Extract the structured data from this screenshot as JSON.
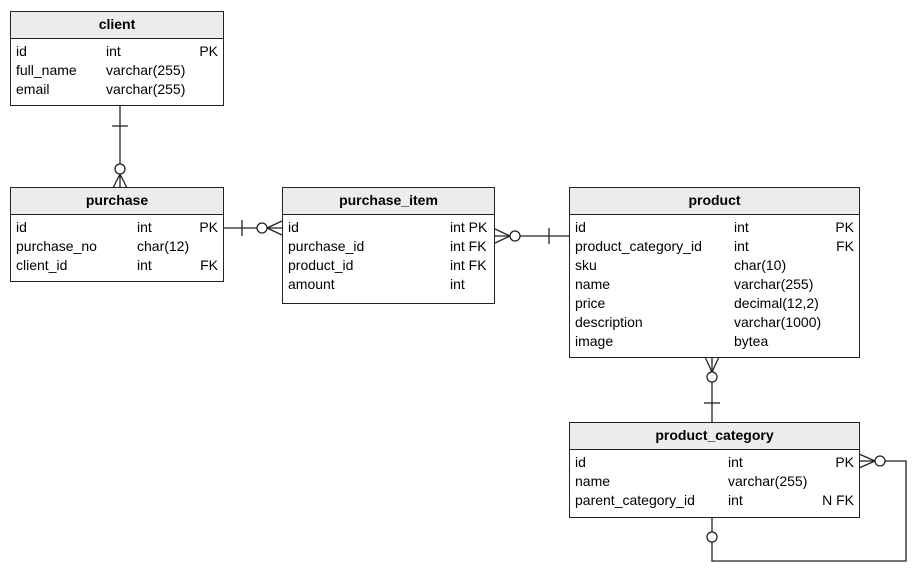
{
  "entities": {
    "client": {
      "name": "client",
      "columns": [
        {
          "name": "id",
          "type": "int",
          "key": "PK"
        },
        {
          "name": "full_name",
          "type": "varchar(255)",
          "key": ""
        },
        {
          "name": "email",
          "type": "varchar(255)",
          "key": ""
        }
      ]
    },
    "purchase": {
      "name": "purchase",
      "columns": [
        {
          "name": "id",
          "type": "int",
          "key": "PK"
        },
        {
          "name": "purchase_no",
          "type": "char(12)",
          "key": ""
        },
        {
          "name": "client_id",
          "type": "int",
          "key": "FK"
        }
      ]
    },
    "purchase_item": {
      "name": "purchase_item",
      "columns": [
        {
          "name": "id",
          "type": "int PK",
          "key": ""
        },
        {
          "name": "purchase_id",
          "type": "int FK",
          "key": ""
        },
        {
          "name": "product_id",
          "type": "int FK",
          "key": ""
        },
        {
          "name": "amount",
          "type": "int",
          "key": ""
        }
      ]
    },
    "product": {
      "name": "product",
      "columns": [
        {
          "name": "id",
          "type": "int",
          "key": "PK"
        },
        {
          "name": "product_category_id",
          "type": "int",
          "key": "FK"
        },
        {
          "name": "sku",
          "type": "char(10)",
          "key": ""
        },
        {
          "name": "name",
          "type": "varchar(255)",
          "key": ""
        },
        {
          "name": "price",
          "type": "decimal(12,2)",
          "key": ""
        },
        {
          "name": "description",
          "type": "varchar(1000)",
          "key": ""
        },
        {
          "name": "image",
          "type": "bytea",
          "key": ""
        }
      ]
    },
    "product_category": {
      "name": "product_category",
      "columns": [
        {
          "name": "id",
          "type": "int",
          "key": "PK"
        },
        {
          "name": "name",
          "type": "varchar(255)",
          "key": ""
        },
        {
          "name": "parent_category_id",
          "type": "int",
          "key": "N FK"
        }
      ]
    }
  }
}
